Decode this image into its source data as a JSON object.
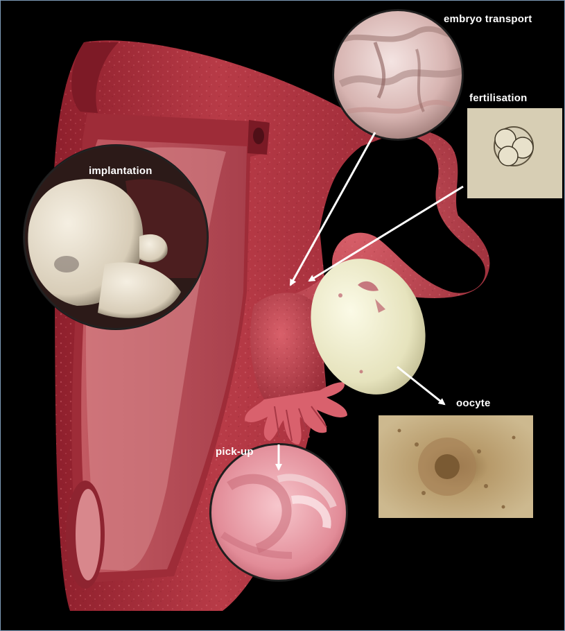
{
  "labels": {
    "embryo_transport": "embryo transport",
    "fertilisation": "fertilisation",
    "implantation": "implantation",
    "oocyte": "oocyte",
    "pick_up": "pick-up"
  },
  "colors": {
    "background": "#000000",
    "uterus": "#b73a46",
    "ovary": "#eeeccc",
    "arrow": "#ffffff"
  }
}
